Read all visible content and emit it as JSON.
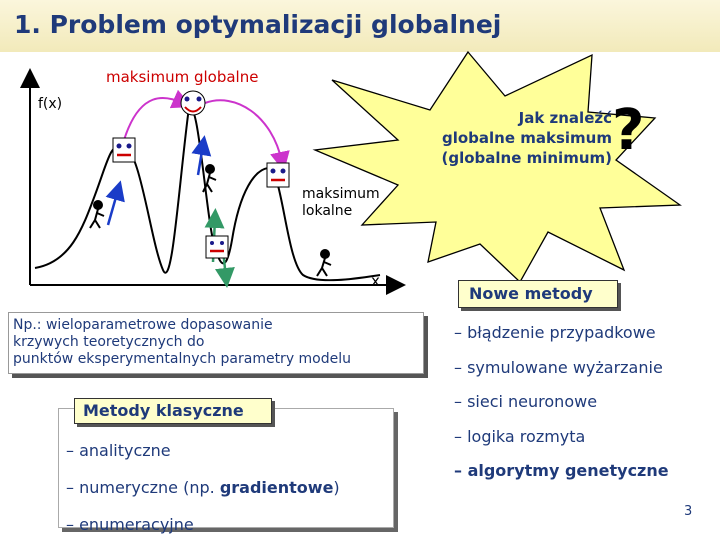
{
  "slide": {
    "title": "1. Problem optymalizacji globalnej",
    "page_number": "3"
  },
  "diagram": {
    "global_max_label": "maksimum globalne",
    "y_axis_label": "f(x)",
    "x_axis_label": "x",
    "local_max_label_line1": "maksimum",
    "local_max_label_line2": "lokalne",
    "question_line1": "Jak znaleźć",
    "question_line2": "globalne maksimum",
    "question_line3": "(globalne minimum)",
    "question_mark": "?",
    "colors": {
      "arc": "#cc33cc",
      "burst": "#ffff99",
      "arrow_up": "#1a3cc8",
      "arrow_green": "#339966",
      "accent_red": "#cc0000",
      "title": "#1f3a7a"
    }
  },
  "example_box": {
    "line1_prefix": "Np.: wieloparametrowe ",
    "line1_emph": "dopasowanie",
    "line2": "krzywych teoretycznych do",
    "line3_prefix": "punktów eksperymentalnych ",
    "line3_arrow": "",
    "line3_suffix": " parametry modelu"
  },
  "classic": {
    "header": "Metody klasyczne",
    "items": [
      {
        "prefix": "– analityczne",
        "bold": "",
        "suffix": ""
      },
      {
        "prefix": "– numeryczne (np. ",
        "bold": "gradientowe",
        "suffix": ")"
      },
      {
        "prefix": "– enumeracyjne",
        "bold": "",
        "suffix": ""
      }
    ]
  },
  "new_methods": {
    "header": "Nowe metody",
    "items": [
      {
        "text": "– błądzenie przypadkowe",
        "bold": false
      },
      {
        "text": "– symulowane wyżarzanie",
        "bold": false
      },
      {
        "text": "– sieci neuronowe",
        "bold": false
      },
      {
        "text": "– logika rozmyta",
        "bold": false
      },
      {
        "text": "– algorytmy genetyczne",
        "bold": true
      }
    ]
  }
}
